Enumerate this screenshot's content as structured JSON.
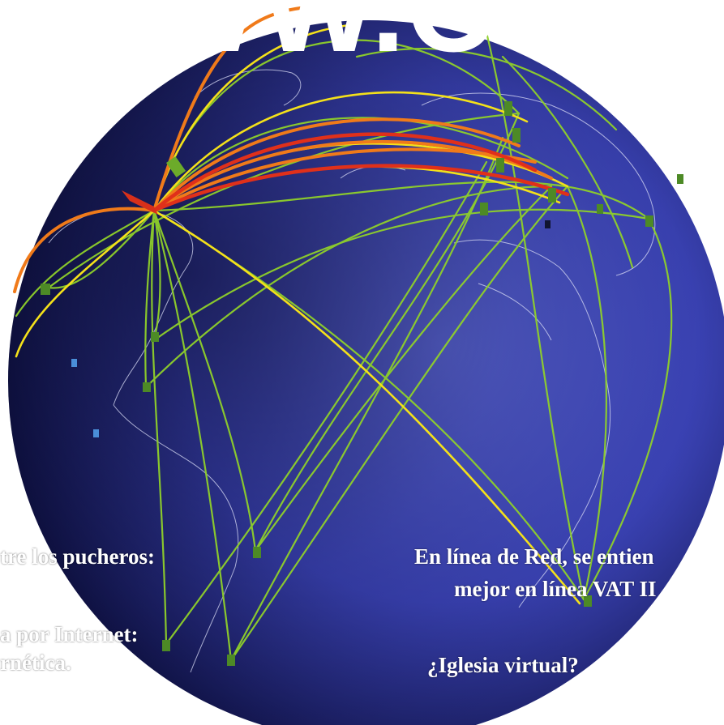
{
  "headline": "WWW.COM",
  "captions": {
    "left_1": "tre los pucheros:",
    "left_2": "a por Internet:",
    "left_3": "rnética.",
    "right_1": "En línea de Red, se entien",
    "right_2": "mejor en línea VAT II",
    "right_3": "¿Iglesia virtual?"
  },
  "colors": {
    "globe_light": "#5b66d8",
    "globe_dark": "#0b0d3a",
    "arc_green": "#8fd02a",
    "arc_yellow": "#f4e11a",
    "arc_orange": "#f07a1a",
    "arc_red": "#e0301a",
    "coast": "#d9dcf5"
  }
}
